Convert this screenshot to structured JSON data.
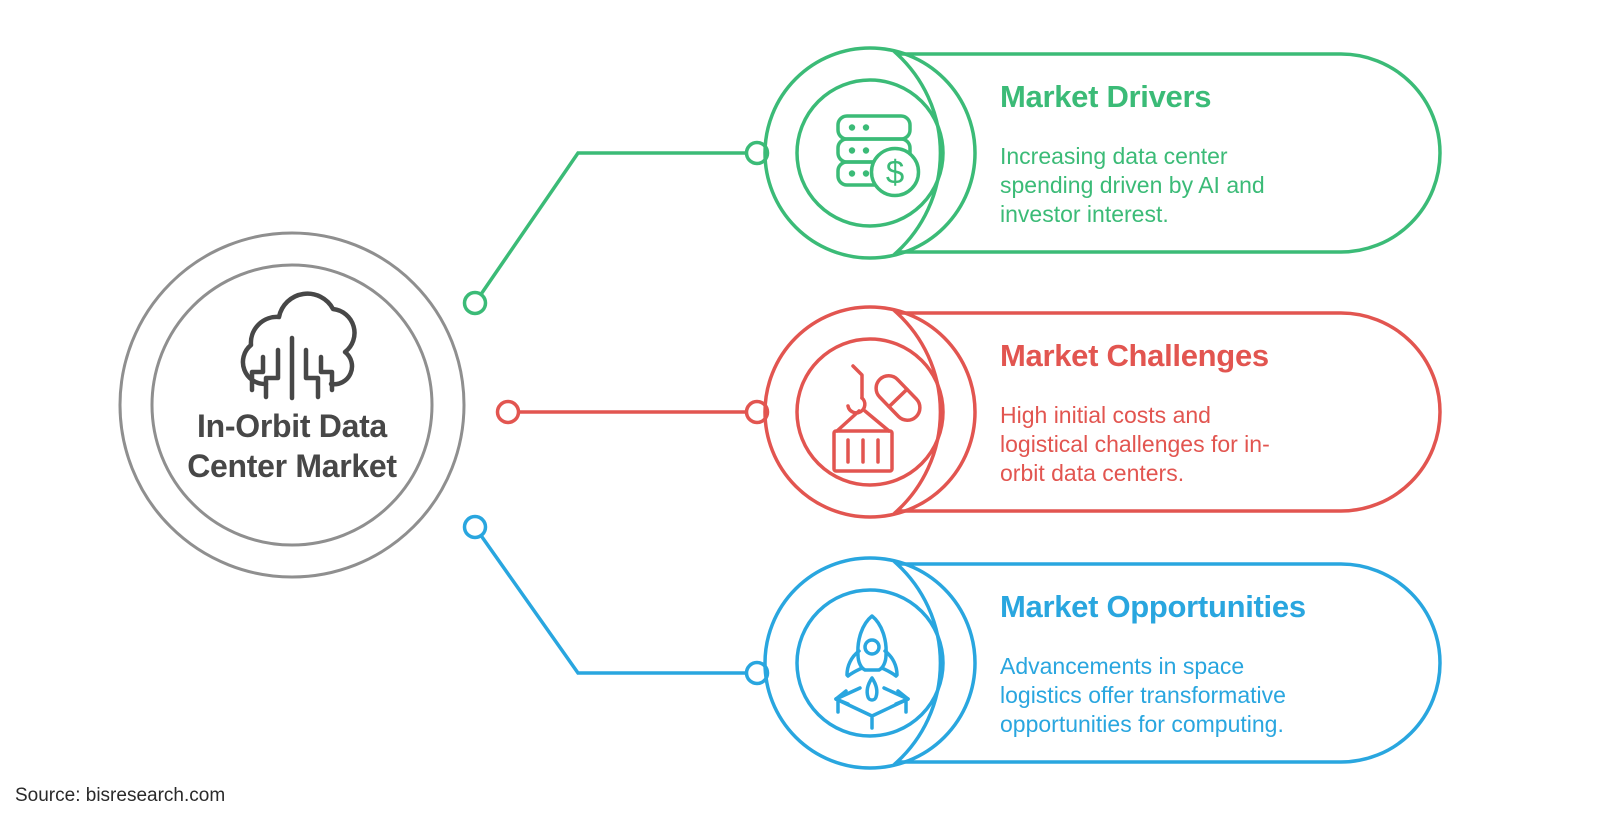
{
  "central": {
    "title_lines": [
      "In-Orbit Data",
      "Center Market"
    ],
    "icon": "cloud-computing-icon"
  },
  "branches": [
    {
      "heading": "Market Drivers",
      "lines": [
        "Increasing data center",
        "spending driven by AI and",
        "investor interest."
      ],
      "color": "#3bbb77",
      "icon": "server-dollar-icon",
      "symbol": "$"
    },
    {
      "heading": "Market Challenges",
      "lines": [
        "High initial costs and",
        "logistical challenges for in-",
        "orbit data centers."
      ],
      "color": "#e25550",
      "icon": "crane-container-icon"
    },
    {
      "heading": "Market Opportunities",
      "lines": [
        "Advancements in space",
        "logistics offer transformative",
        "opportunities for computing."
      ],
      "color": "#29a6df",
      "icon": "rocket-launch-icon"
    }
  ],
  "source_note": "Source: bisresearch.com",
  "colors": {
    "circle_gray": "#8f8f8f",
    "ink": "#474747",
    "source_text": "#2a2a2a",
    "background": "#ffffff"
  }
}
